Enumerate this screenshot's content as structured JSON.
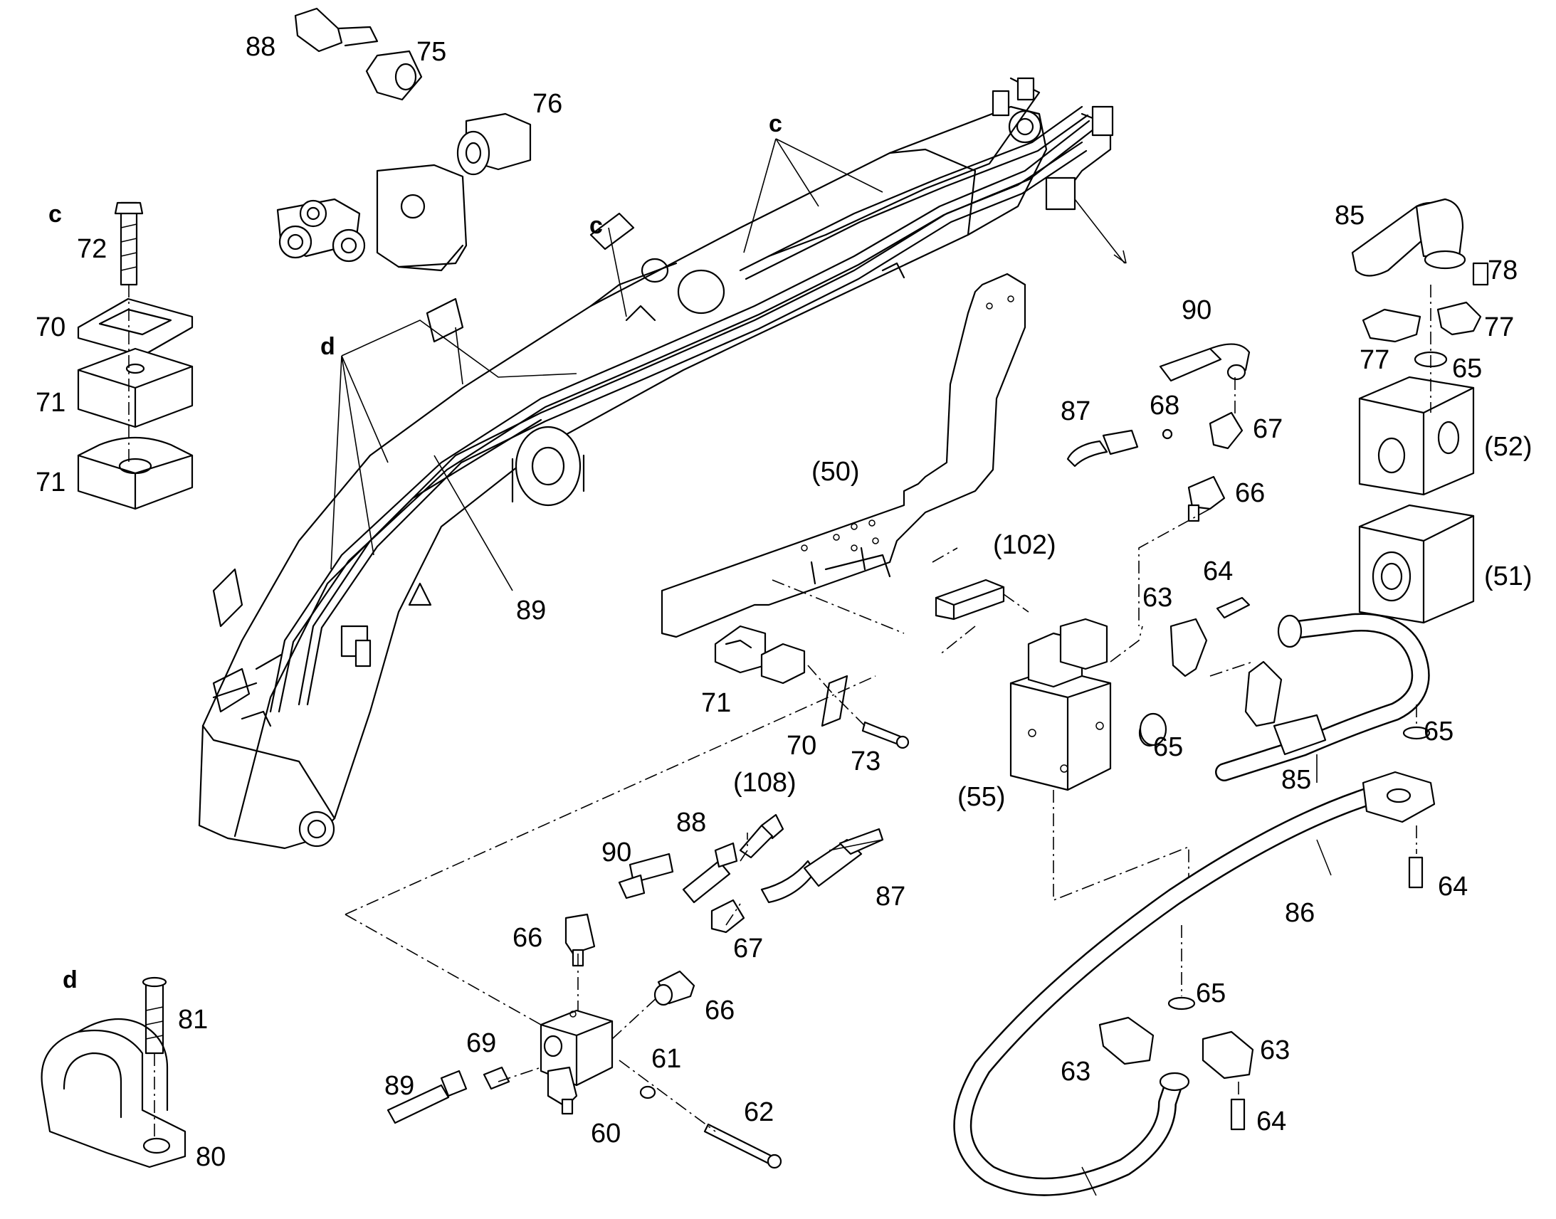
{
  "callouts": [
    {
      "id": "c1",
      "text": "88"
    },
    {
      "id": "c2",
      "text": "75"
    },
    {
      "id": "c3",
      "text": "76"
    },
    {
      "id": "c4",
      "text": "c"
    },
    {
      "id": "c5",
      "text": "c"
    },
    {
      "id": "c6",
      "text": "c"
    },
    {
      "id": "c7",
      "text": "72"
    },
    {
      "id": "c8",
      "text": "70"
    },
    {
      "id": "c9",
      "text": "71"
    },
    {
      "id": "c10",
      "text": "71"
    },
    {
      "id": "c11",
      "text": "d"
    },
    {
      "id": "c12",
      "text": "89"
    },
    {
      "id": "c13",
      "text": "85"
    },
    {
      "id": "c14",
      "text": "78"
    },
    {
      "id": "c15",
      "text": "77"
    },
    {
      "id": "c16",
      "text": "77"
    },
    {
      "id": "c17",
      "text": "65"
    },
    {
      "id": "c18",
      "text": "(52)"
    },
    {
      "id": "c19",
      "text": "(51)"
    },
    {
      "id": "c20",
      "text": "90"
    },
    {
      "id": "c21",
      "text": "87"
    },
    {
      "id": "c22",
      "text": "68"
    },
    {
      "id": "c23",
      "text": "67"
    },
    {
      "id": "c24",
      "text": "66"
    },
    {
      "id": "c25",
      "text": "(50)"
    },
    {
      "id": "c26",
      "text": "(102)"
    },
    {
      "id": "c27",
      "text": "63"
    },
    {
      "id": "c28",
      "text": "64"
    },
    {
      "id": "c29",
      "text": "71"
    },
    {
      "id": "c30",
      "text": "70"
    },
    {
      "id": "c31",
      "text": "73"
    },
    {
      "id": "c32",
      "text": "65"
    },
    {
      "id": "c33",
      "text": "85"
    },
    {
      "id": "c34",
      "text": "65"
    },
    {
      "id": "c35",
      "text": "(55)"
    },
    {
      "id": "c36",
      "text": "(108)"
    },
    {
      "id": "c37",
      "text": "88"
    },
    {
      "id": "c38",
      "text": "90"
    },
    {
      "id": "c39",
      "text": "87"
    },
    {
      "id": "c40",
      "text": "66"
    },
    {
      "id": "c41",
      "text": "67"
    },
    {
      "id": "c42",
      "text": "64"
    },
    {
      "id": "c43",
      "text": "86"
    },
    {
      "id": "c44",
      "text": "d"
    },
    {
      "id": "c45",
      "text": "81"
    },
    {
      "id": "c46",
      "text": "66"
    },
    {
      "id": "c47",
      "text": "69"
    },
    {
      "id": "c48",
      "text": "61"
    },
    {
      "id": "c49",
      "text": "65"
    },
    {
      "id": "c50",
      "text": "63"
    },
    {
      "id": "c51",
      "text": "63"
    },
    {
      "id": "c52",
      "text": "89"
    },
    {
      "id": "c53",
      "text": "62"
    },
    {
      "id": "c54",
      "text": "60"
    },
    {
      "id": "c55",
      "text": "64"
    },
    {
      "id": "c56",
      "text": "80"
    }
  ]
}
